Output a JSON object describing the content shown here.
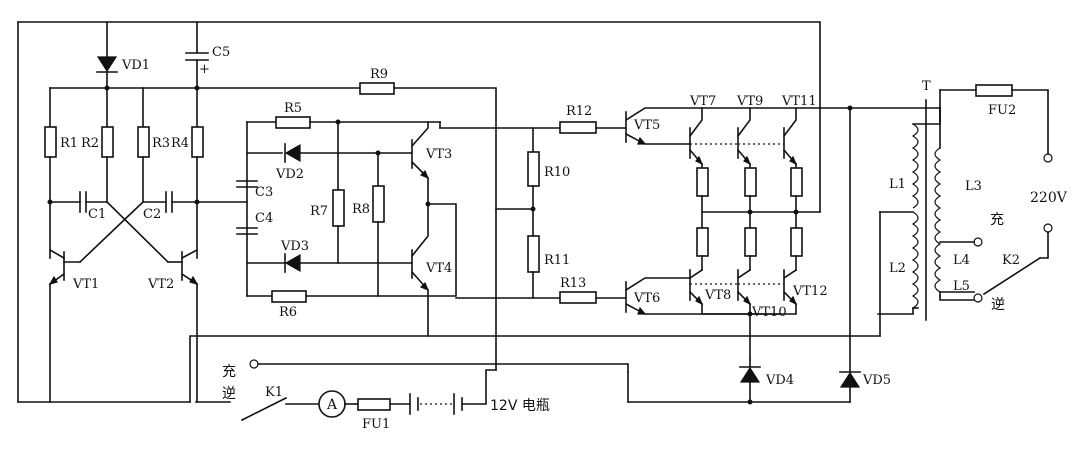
{
  "labels": {
    "vd1": "VD1",
    "c5": "C5",
    "c5_plus": "+",
    "r9": "R9",
    "r1": "R1",
    "r2": "R2",
    "r3": "R3",
    "r4": "R4",
    "c1": "C1",
    "c2": "C2",
    "vt1": "VT1",
    "vt2": "VT2",
    "r5": "R5",
    "vd2": "VD2",
    "c3": "C3",
    "c4": "C4",
    "vd3": "VD3",
    "r6": "R6",
    "r7": "R7",
    "r8": "R8",
    "vt3": "VT3",
    "vt4": "VT4",
    "r12": "R12",
    "r10": "R10",
    "r11": "R11",
    "r13": "R13",
    "vt5": "VT5",
    "vt6": "VT6",
    "vt7": "VT7",
    "vt9": "VT9",
    "vt11": "VT11",
    "vt8": "VT8",
    "vt10": "VT10",
    "vt12": "VT12",
    "vd4": "VD4",
    "vd5": "VD5",
    "t": "T",
    "l1": "L1",
    "l2": "L2",
    "l3": "L3",
    "l4": "L4",
    "l5": "L5",
    "fu2": "FU2",
    "v220": "220V",
    "k2": "K2",
    "chong_k2": "充",
    "ni_k2": "逆",
    "chong_k1": "充",
    "ni_k1": "逆",
    "k1": "K1",
    "ammeter": "A",
    "fu1": "FU1",
    "battery": "12V 电瓶"
  }
}
